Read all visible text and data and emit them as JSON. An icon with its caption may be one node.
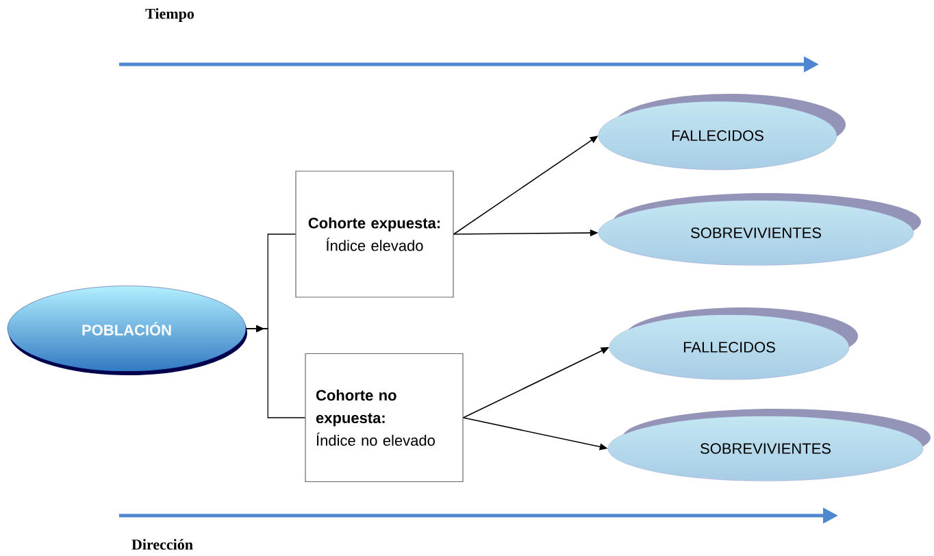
{
  "diagram": {
    "nodes": [
      {
        "text": [
          "POBLACIÓN"
        ]
      },
      {
        "text": [
          "Cohorte expuesta:",
          "Índice elevado"
        ]
      },
      {
        "text": [
          "Cohorte no expuesta:",
          "Índice no elevado"
        ]
      },
      {
        "text": [
          "FALLECIDOS"
        ]
      },
      {
        "text": [
          "SOBREVIVIENTES"
        ]
      },
      {
        "text": [
          "FALLECIDOS"
        ]
      },
      {
        "text": [
          "SOBREVIVIENTES"
        ]
      }
    ],
    "edges": [
      {
        "from": 0,
        "to": 1,
        "arrow": "to"
      },
      {
        "from": 0,
        "to": 2,
        "arrow": "to"
      },
      {
        "from": 1,
        "to": 3,
        "arrow": "to"
      },
      {
        "from": 1,
        "to": 4,
        "arrow": "to"
      },
      {
        "from": 2,
        "to": 5,
        "arrow": "to"
      },
      {
        "from": 2,
        "to": 6,
        "arrow": "to"
      }
    ],
    "labels": [
      "Tiempo",
      "Dirección"
    ]
  }
}
